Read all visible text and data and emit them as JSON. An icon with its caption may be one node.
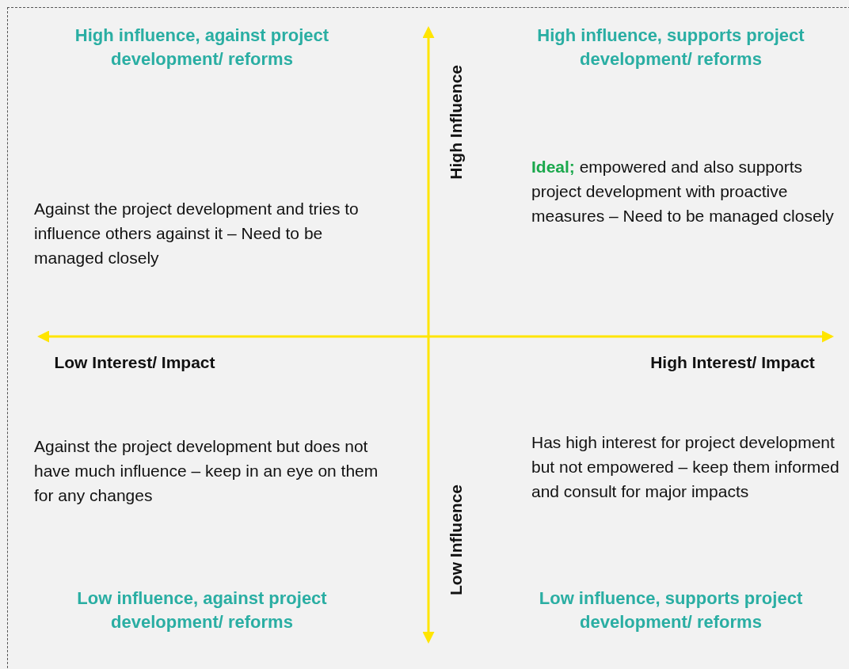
{
  "diagram": {
    "labels": [
      "High influence, against project development/ reforms",
      "High influence, supports project development/ reforms",
      "High Influence",
      "**Ideal;** empowered and also supports project development with proactive measures – Need to be managed closely",
      "Against the project development and tries to influence others against it – Need to be managed closely",
      "Low Interest/ Impact",
      "High Interest/ Impact",
      "Against the project development but does not have much influence – keep in an eye on them for any changes",
      "Has high interest for project development but not empowered – keep them informed and consult for major impacts",
      "Low Influence",
      "Low influence, against project development/ reforms",
      "Low influence, supports project development/ reforms"
    ]
  }
}
